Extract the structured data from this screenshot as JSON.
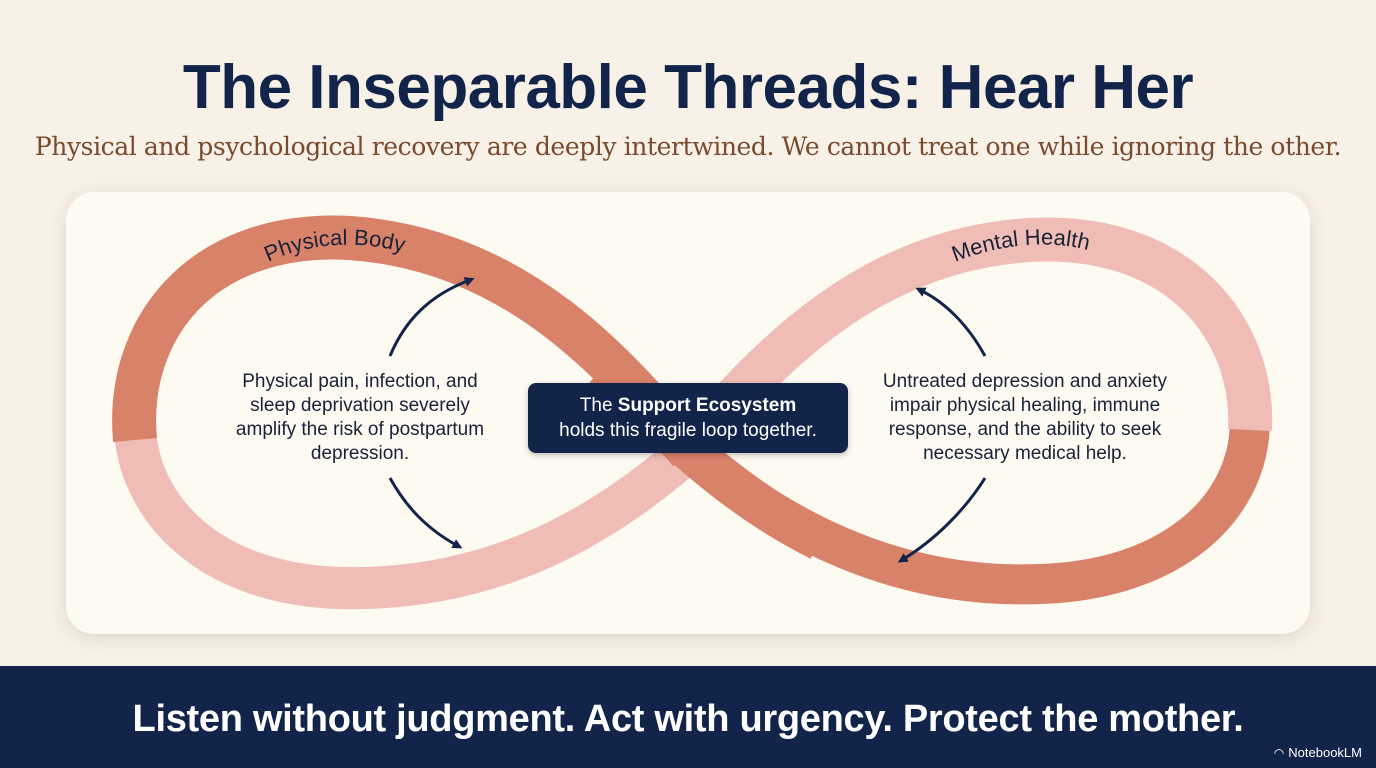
{
  "header": {
    "title": "The Inseparable Threads: Hear Her",
    "subtitle": "Physical and psychological recovery are deeply intertwined. We cannot treat one while ignoring the other."
  },
  "diagram": {
    "left_loop_label": "Physical Body",
    "right_loop_label": "Mental Health",
    "left_text": "Physical pain, infection, and sleep deprivation severely amplify the risk of postpartum depression.",
    "right_text": "Untreated depression and anxiety impair physical healing, immune response, and the ability to seek necessary medical help.",
    "center_prefix": "The",
    "center_bold": "Support Ecosystem",
    "center_suffix": "holds this fragile loop together."
  },
  "footer": {
    "message": "Listen without judgment. Act with urgency. Protect the mother.",
    "brand": "NotebookLM"
  },
  "colors": {
    "navy": "#13244a",
    "physical_band": "#d9826a",
    "mental_band": "#efbcb6",
    "subtitle": "#7a4a2c"
  }
}
